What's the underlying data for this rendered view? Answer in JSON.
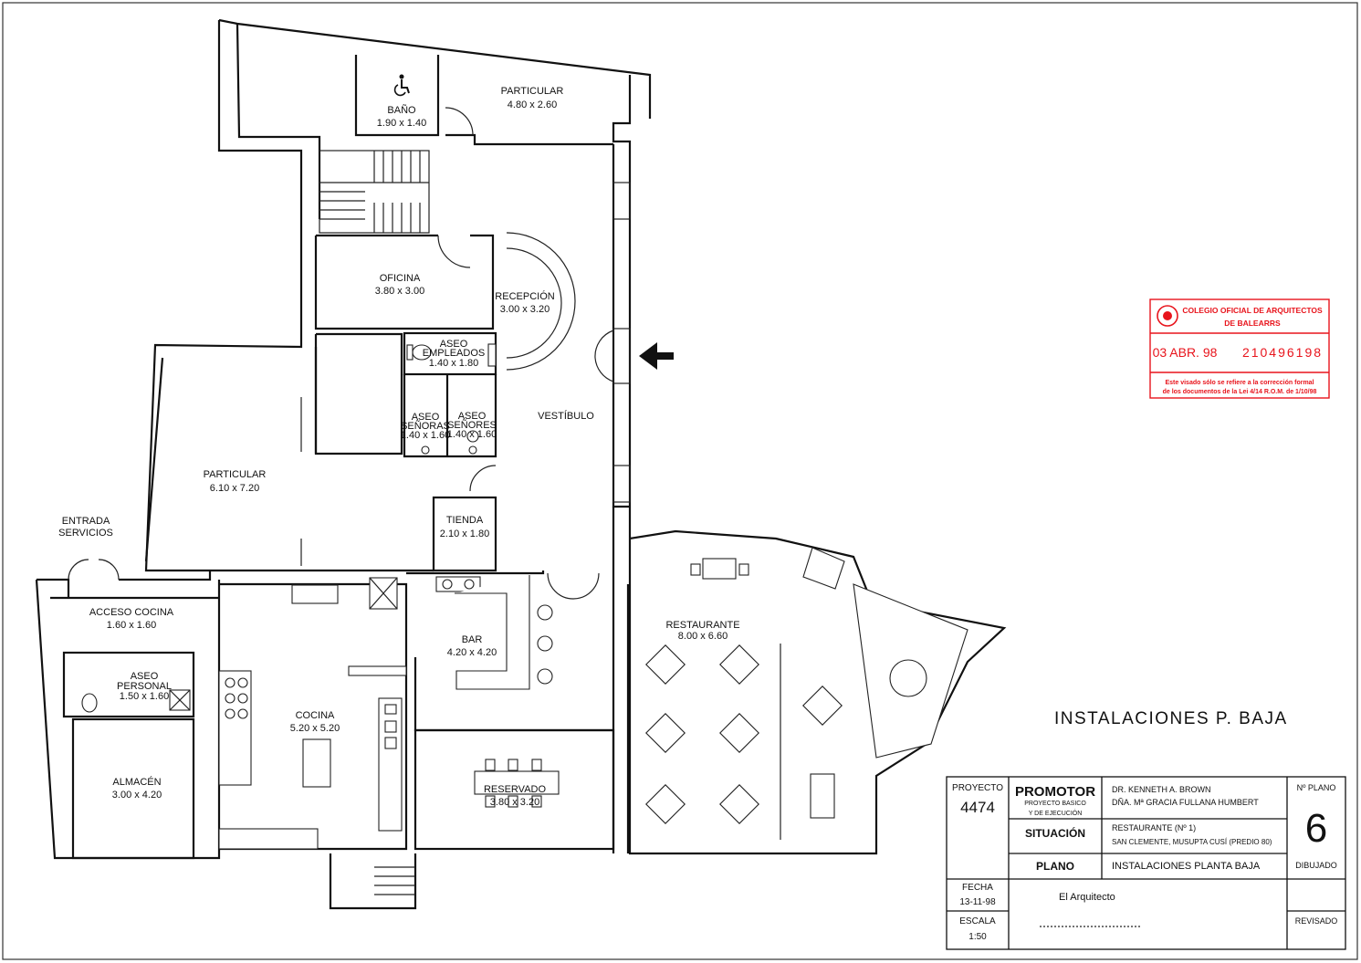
{
  "drawing": {
    "title": "INSTALACIONES  P. BAJA",
    "rooms": {
      "bano": {
        "name": "BAÑO",
        "size": "1.90 x 1.40"
      },
      "particular_top": {
        "name": "PARTICULAR",
        "size": "4.80 x 2.60"
      },
      "oficina": {
        "name": "OFICINA",
        "size": "3.80 x 3.00"
      },
      "recepcion": {
        "name": "RECEPCIÓN",
        "size": "3.00 x 3.20"
      },
      "aseo_empleados": {
        "name": "ASEO",
        "name2": "EMPLEADOS",
        "size": "1.40 x 1.80"
      },
      "aseo_senoras": {
        "name": "ASEO",
        "name2": "SEÑORAS",
        "size": "1.40 x 1.60"
      },
      "aseo_senores": {
        "name": "ASEO",
        "name2": "SEÑORES",
        "size": "1.40 x 1.60"
      },
      "vestibulo": {
        "name": "VESTÍBULO"
      },
      "particular_left": {
        "name": "PARTICULAR",
        "size": "6.10 x 7.20"
      },
      "tienda": {
        "name": "TIENDA",
        "size": "2.10 x 1.80"
      },
      "entrada": {
        "name": "ENTRADA",
        "name2": "SERVICIOS"
      },
      "acceso_cocina": {
        "name": "ACCESO COCINA",
        "size": "1.60 x 1.60"
      },
      "aseo_personal": {
        "name": "ASEO",
        "name2": "PERSONAL",
        "size": "1.50 x 1.60"
      },
      "almacen": {
        "name": "ALMACÉN",
        "size": "3.00 x 4.20"
      },
      "cocina": {
        "name": "COCINA",
        "size": "5.20 x 5.20"
      },
      "bar": {
        "name": "BAR",
        "size": "4.20 x 4.20"
      },
      "reservado": {
        "name": "RESERVADO",
        "size": "3.80 x 3.20"
      },
      "restaurante": {
        "name": "RESTAURANTE",
        "size": "8.00 x 6.60"
      }
    }
  },
  "stamp": {
    "line1": "COLEGIO OFICIAL DE ARQUITECTOS",
    "line2": "DE  BALEARRS",
    "date": "03 ABR. 98",
    "number": "210496198",
    "note1": "Este visado sólo se refiere a la corrección formal",
    "note2": "de los documentos de la Lei 4/14 R.O.M. de 1/10/98",
    "color": "#e8141c"
  },
  "titleblock": {
    "proyecto_label": "PROYECTO",
    "proyecto_value": "4474",
    "promotor_label": "PROMOTOR",
    "promotor_sub1": "PROYECTO BASICO",
    "promotor_sub2": "Y DE EJECUCIÓN",
    "promotor_line1": "DR.  KENNETH  A.  BROWN",
    "promotor_line2": "DÑA.  Mª GRACIA  FULLANA  HUMBERT",
    "situacion_label": "SITUACIÓN",
    "situacion_line1": "RESTAURANTE  (Nº  1)",
    "situacion_line2": "SAN CLEMENTE, MUSUPTA CUSÍ (PREDIO 80)",
    "plano_label": "PLANO",
    "plano_value": "INSTALACIONES PLANTA BAJA",
    "nplano_label": "Nº PLANO",
    "nplano_value": "6",
    "dibujado_label": "DIBUJADO",
    "fecha_label": "FECHA",
    "fecha_value": "13-11-98",
    "escala_label": "ESCALA",
    "escala_value": "1:50",
    "arquitecto_label": "El Arquitecto",
    "revisado_label": "REVISADO"
  }
}
